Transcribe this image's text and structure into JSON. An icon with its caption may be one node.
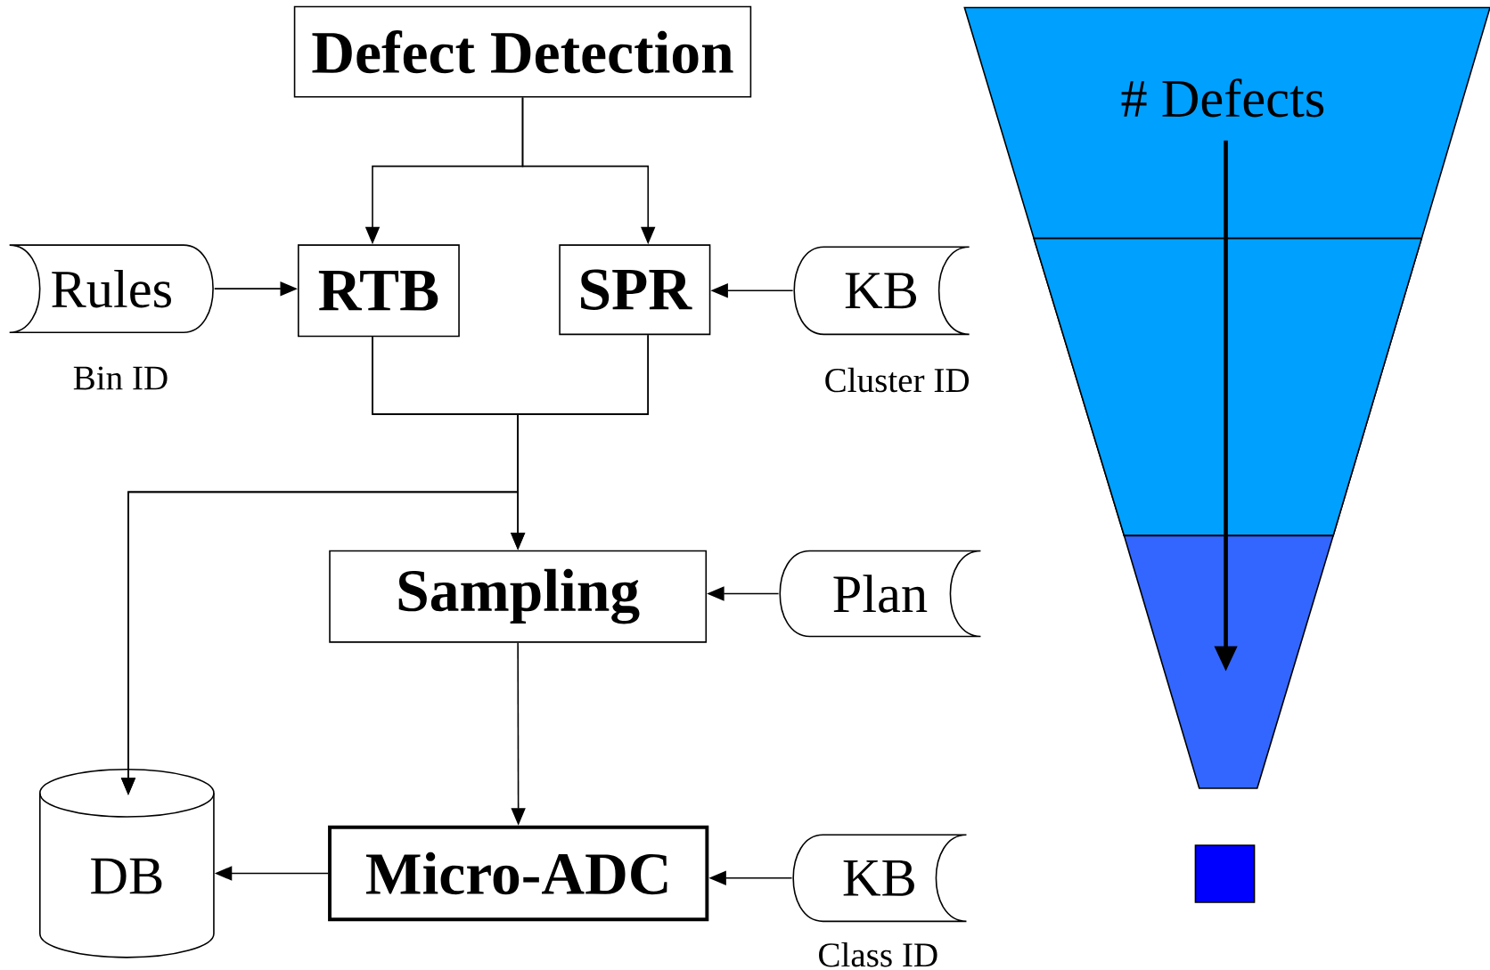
{
  "diagram": {
    "nodes": [
      {
        "text": [
          "Defect Detection"
        ]
      },
      {
        "text": [
          "Rules"
        ],
        "beside": [
          "Bin ID"
        ]
      },
      {
        "text": [
          "RTB"
        ]
      },
      {
        "text": [
          "SPR"
        ]
      },
      {
        "text": [
          "KB"
        ],
        "beside": [
          "Cluster ID"
        ]
      },
      {
        "text": [
          "Sampling"
        ]
      },
      {
        "text": [
          "Plan"
        ]
      },
      {
        "text": [
          "DB"
        ]
      },
      {
        "text": [
          "Micro-ADC"
        ]
      },
      {
        "text": [
          "KB"
        ],
        "beside": [
          "Class ID"
        ]
      }
    ],
    "edges": [
      {
        "from": 0,
        "to": 2,
        "arrow": "to"
      },
      {
        "from": 0,
        "to": 3,
        "arrow": "to"
      },
      {
        "from": 1,
        "to": 2,
        "arrow": "to"
      },
      {
        "from": 4,
        "to": 3,
        "arrow": "to"
      },
      {
        "from": 2,
        "to": 5,
        "arrow": "to"
      },
      {
        "from": 3,
        "to": 5,
        "arrow": "to"
      },
      {
        "from": 2,
        "to": 7,
        "arrow": "to"
      },
      {
        "from": 3,
        "to": 7,
        "arrow": "to"
      },
      {
        "from": 6,
        "to": 5,
        "arrow": "to"
      },
      {
        "from": 5,
        "to": 8,
        "arrow": "to"
      },
      {
        "from": 9,
        "to": 8,
        "arrow": "to"
      },
      {
        "from": 8,
        "to": 7,
        "arrow": "to"
      }
    ],
    "labels": [
      "# Defects"
    ]
  }
}
